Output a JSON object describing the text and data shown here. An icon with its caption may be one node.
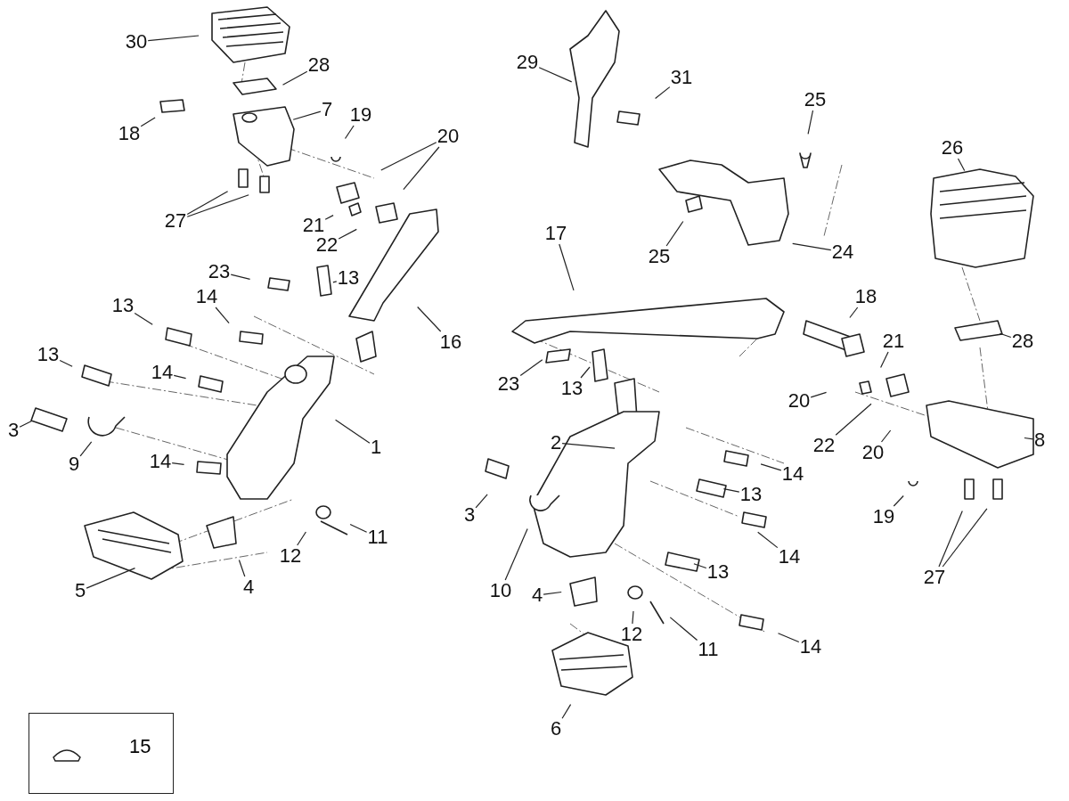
{
  "diagram": {
    "nodes": [
      {
        "text": [
          "30"
        ]
      },
      {
        "text": [
          "29"
        ]
      },
      {
        "text": [
          "28"
        ]
      },
      {
        "text": [
          "31"
        ]
      },
      {
        "text": [
          "25"
        ]
      },
      {
        "text": [
          "7"
        ]
      },
      {
        "text": [
          "19"
        ]
      },
      {
        "text": [
          "18"
        ]
      },
      {
        "text": [
          "20"
        ]
      },
      {
        "text": [
          "26"
        ]
      },
      {
        "text": [
          "27"
        ]
      },
      {
        "text": [
          "21"
        ]
      },
      {
        "text": [
          "17"
        ]
      },
      {
        "text": [
          "22"
        ]
      },
      {
        "text": [
          "24"
        ]
      },
      {
        "text": [
          "25"
        ]
      },
      {
        "text": [
          "23"
        ]
      },
      {
        "text": [
          "13"
        ]
      },
      {
        "text": [
          "18"
        ]
      },
      {
        "text": [
          "14"
        ]
      },
      {
        "text": [
          "13"
        ]
      },
      {
        "text": [
          "16"
        ]
      },
      {
        "text": [
          "21"
        ]
      },
      {
        "text": [
          "28"
        ]
      },
      {
        "text": [
          "13"
        ]
      },
      {
        "text": [
          "14"
        ]
      },
      {
        "text": [
          "23"
        ]
      },
      {
        "text": [
          "13"
        ]
      },
      {
        "text": [
          "20"
        ]
      },
      {
        "text": [
          "3"
        ]
      },
      {
        "text": [
          "2"
        ]
      },
      {
        "text": [
          "22"
        ]
      },
      {
        "text": [
          "1"
        ]
      },
      {
        "text": [
          "20"
        ]
      },
      {
        "text": [
          "8"
        ]
      },
      {
        "text": [
          "14"
        ]
      },
      {
        "text": [
          "9"
        ]
      },
      {
        "text": [
          "14"
        ]
      },
      {
        "text": [
          "13"
        ]
      },
      {
        "text": [
          "3"
        ]
      },
      {
        "text": [
          "19"
        ]
      },
      {
        "text": [
          "11"
        ]
      },
      {
        "text": [
          "12"
        ]
      },
      {
        "text": [
          "14"
        ]
      },
      {
        "text": [
          "13"
        ]
      },
      {
        "text": [
          "27"
        ]
      },
      {
        "text": [
          "4"
        ]
      },
      {
        "text": [
          "5"
        ]
      },
      {
        "text": [
          "10"
        ]
      },
      {
        "text": [
          "4"
        ]
      },
      {
        "text": [
          "12"
        ]
      },
      {
        "text": [
          "14"
        ]
      },
      {
        "text": [
          "11"
        ]
      },
      {
        "text": [
          "6"
        ]
      },
      {
        "text": [
          "15"
        ]
      }
    ],
    "edges": [
      {
        "from": 0,
        "to": null,
        "arrow": "none"
      },
      {
        "from": 1,
        "to": null,
        "arrow": "none"
      },
      {
        "from": 2,
        "to": null,
        "arrow": "none"
      },
      {
        "from": 3,
        "to": null,
        "arrow": "none"
      },
      {
        "from": 4,
        "to": null,
        "arrow": "none"
      },
      {
        "from": 5,
        "to": null,
        "arrow": "none"
      },
      {
        "from": 6,
        "to": null,
        "arrow": "none"
      },
      {
        "from": 7,
        "to": null,
        "arrow": "none"
      },
      {
        "from": 8,
        "to": null,
        "arrow": "none"
      },
      {
        "from": 8,
        "to": null,
        "arrow": "none"
      },
      {
        "from": 9,
        "to": null,
        "arrow": "none"
      },
      {
        "from": 10,
        "to": null,
        "arrow": "none"
      },
      {
        "from": 10,
        "to": null,
        "arrow": "none"
      },
      {
        "from": 11,
        "to": null,
        "arrow": "none"
      },
      {
        "from": 12,
        "to": null,
        "arrow": "none"
      },
      {
        "from": 13,
        "to": null,
        "arrow": "none"
      },
      {
        "from": 14,
        "to": null,
        "arrow": "none"
      },
      {
        "from": 15,
        "to": null,
        "arrow": "none"
      },
      {
        "from": 16,
        "to": null,
        "arrow": "none"
      },
      {
        "from": 17,
        "to": null,
        "arrow": "none"
      },
      {
        "from": 18,
        "to": null,
        "arrow": "none"
      },
      {
        "from": 19,
        "to": null,
        "arrow": "none"
      },
      {
        "from": 20,
        "to": null,
        "arrow": "none"
      },
      {
        "from": 21,
        "to": null,
        "arrow": "none"
      },
      {
        "from": 22,
        "to": null,
        "arrow": "none"
      },
      {
        "from": 23,
        "to": null,
        "arrow": "none"
      },
      {
        "from": 24,
        "to": null,
        "arrow": "none"
      },
      {
        "from": 25,
        "to": null,
        "arrow": "none"
      },
      {
        "from": 26,
        "to": null,
        "arrow": "none"
      },
      {
        "from": 27,
        "to": null,
        "arrow": "none"
      },
      {
        "from": 28,
        "to": null,
        "arrow": "none"
      },
      {
        "from": 29,
        "to": null,
        "arrow": "none"
      },
      {
        "from": 30,
        "to": null,
        "arrow": "none"
      },
      {
        "from": 31,
        "to": null,
        "arrow": "none"
      },
      {
        "from": 32,
        "to": null,
        "arrow": "none"
      },
      {
        "from": 33,
        "to": null,
        "arrow": "none"
      },
      {
        "from": 34,
        "to": null,
        "arrow": "none"
      },
      {
        "from": 35,
        "to": null,
        "arrow": "none"
      },
      {
        "from": 36,
        "to": null,
        "arrow": "none"
      },
      {
        "from": 37,
        "to": null,
        "arrow": "none"
      },
      {
        "from": 38,
        "to": null,
        "arrow": "none"
      },
      {
        "from": 39,
        "to": null,
        "arrow": "none"
      },
      {
        "from": 40,
        "to": null,
        "arrow": "none"
      },
      {
        "from": 41,
        "to": null,
        "arrow": "none"
      },
      {
        "from": 42,
        "to": null,
        "arrow": "none"
      },
      {
        "from": 43,
        "to": null,
        "arrow": "none"
      },
      {
        "from": 44,
        "to": null,
        "arrow": "none"
      },
      {
        "from": 45,
        "to": null,
        "arrow": "none"
      },
      {
        "from": 45,
        "to": null,
        "arrow": "none"
      },
      {
        "from": 46,
        "to": null,
        "arrow": "none"
      },
      {
        "from": 47,
        "to": null,
        "arrow": "none"
      },
      {
        "from": 48,
        "to": null,
        "arrow": "none"
      },
      {
        "from": 49,
        "to": null,
        "arrow": "none"
      },
      {
        "from": 50,
        "to": null,
        "arrow": "none"
      },
      {
        "from": 51,
        "to": null,
        "arrow": "none"
      },
      {
        "from": 52,
        "to": null,
        "arrow": "none"
      },
      {
        "from": 53,
        "to": null,
        "arrow": "none"
      }
    ]
  }
}
